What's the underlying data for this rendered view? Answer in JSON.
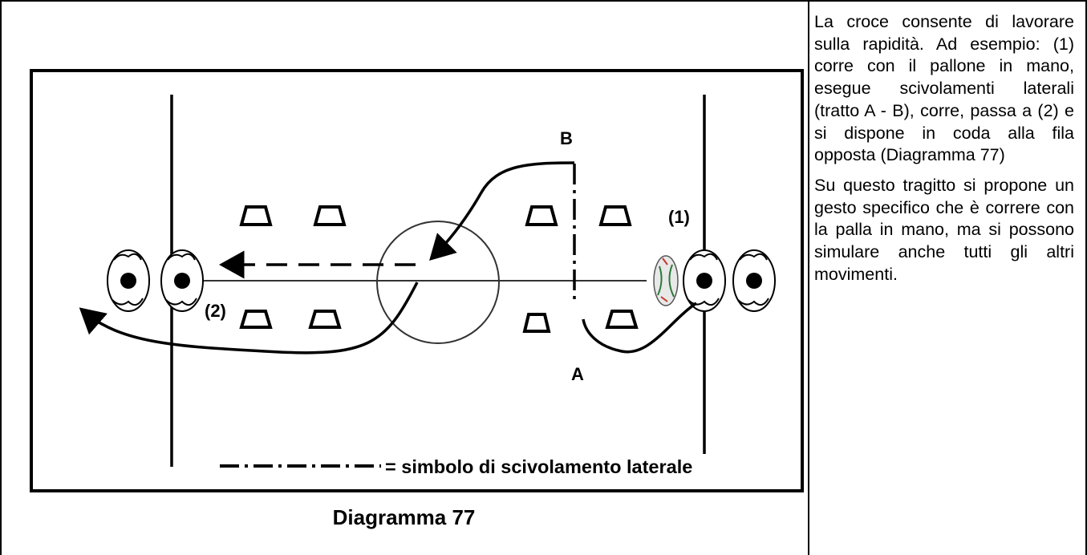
{
  "diagram": {
    "labels": {
      "point_a": "A",
      "point_b": "B",
      "player_1": "(1)",
      "player_2": "(2)"
    },
    "legend": {
      "text": "= simbolo di scivolamento laterale"
    }
  },
  "caption": "Diagramma 77",
  "description": {
    "paragraph_1": "La croce consente di lavorare sulla rapidità. Ad esempio: (1) corre con il pallone in mano, esegue scivolamenti laterali (tratto A - B), corre, passa a (2) e si dispone in coda alla fila opposta (Diagramma 77)",
    "paragraph_2": "Su questo tragitto si propone un gesto specifico che è correre con la palla in mano, ma si possono simulare anche tutti gli altri movimenti."
  }
}
